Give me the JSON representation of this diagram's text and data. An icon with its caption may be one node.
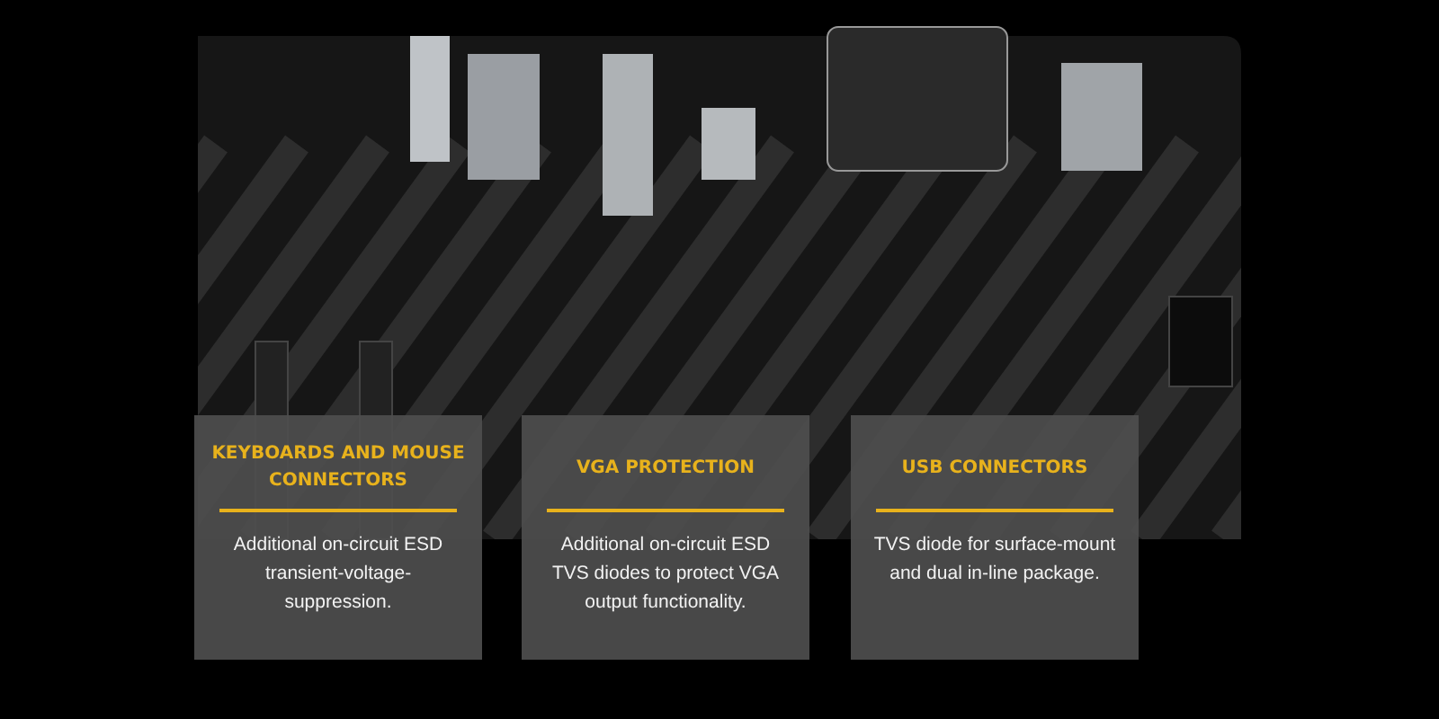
{
  "diagram": {
    "nodes": [
      {
        "text": [
          "KEYBOARDS AND MOUSE CONNECTORS",
          "Additional on-circuit ESD transient-voltage-suppression."
        ]
      },
      {
        "text": [
          "VGA PROTECTION",
          "Additional on-circuit ESD TVS diodes to protect VGA output functionality."
        ]
      },
      {
        "text": [
          "USB CONNECTORS",
          "TVS diode for surface-mount and dual in-line package."
        ]
      }
    ]
  }
}
